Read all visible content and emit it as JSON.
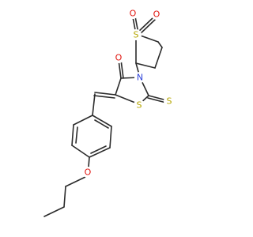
{
  "colors": {
    "bond": "#2b2b2b",
    "sulfur": "#b5a600",
    "oxygen": "#e0140e",
    "nitrogen": "#2a3fd8",
    "background": "#ffffff"
  },
  "atoms": {
    "s_sulfone": "S",
    "o_sulfone_left": "O",
    "o_sulfone_right": "O",
    "n_ring": "N",
    "o_carbonyl": "O",
    "s_ring": "S",
    "s_thione": "S",
    "o_ether": "O"
  }
}
